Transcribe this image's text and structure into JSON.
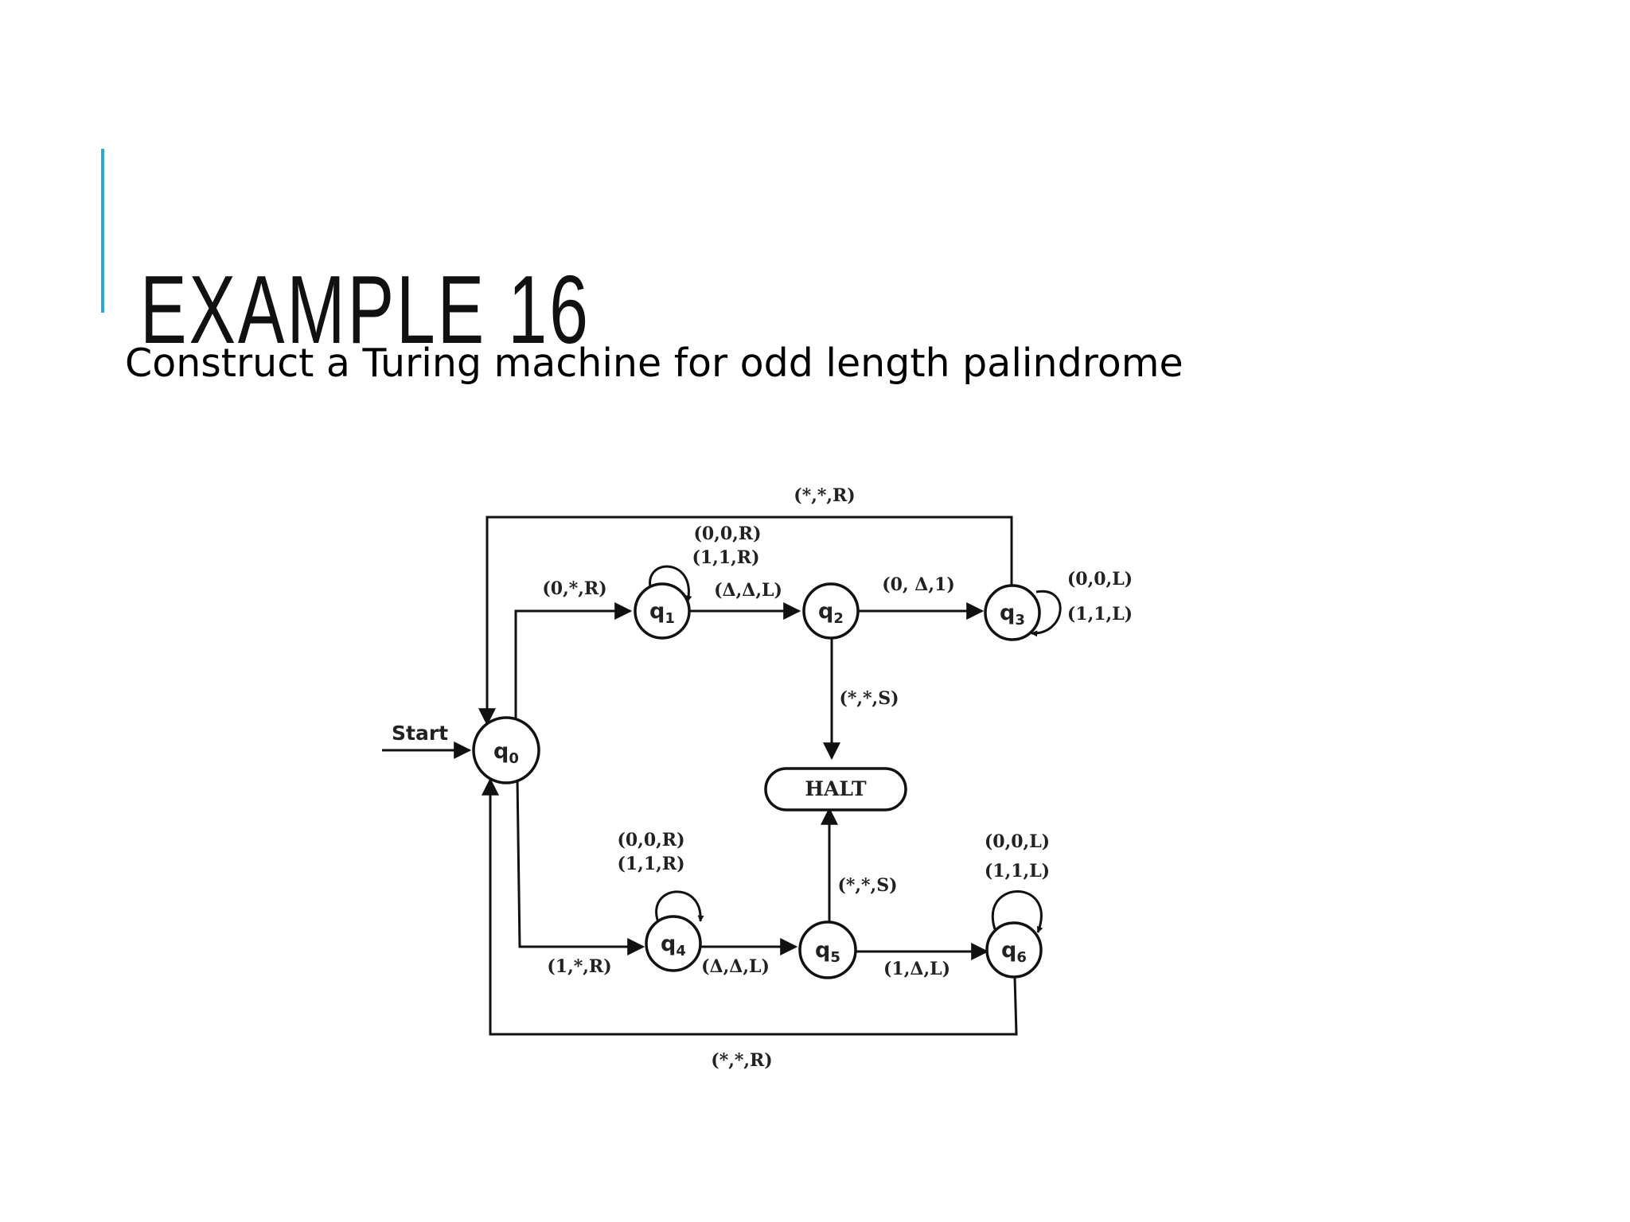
{
  "slide": {
    "title": "EXAMPLE 16",
    "subtitle": "Construct a Turing machine for odd length palindrome",
    "accent_color": "#29a9d6"
  },
  "diagram": {
    "start_label": "Start",
    "halt_label": "HALT",
    "states": [
      {
        "id": "q0",
        "name": "q",
        "sub": "0"
      },
      {
        "id": "q1",
        "name": "q",
        "sub": "1"
      },
      {
        "id": "q2",
        "name": "q",
        "sub": "2"
      },
      {
        "id": "q3",
        "name": "q",
        "sub": "3"
      },
      {
        "id": "q4",
        "name": "q",
        "sub": "4"
      },
      {
        "id": "q5",
        "name": "q",
        "sub": "5"
      },
      {
        "id": "q6",
        "name": "q",
        "sub": "6"
      }
    ],
    "transitions": {
      "q0_q1": "(0,*,R)",
      "q1_loop_a": "(0,0,R)",
      "q1_loop_b": "(1,1,R)",
      "q1_q2": "(Δ,Δ,L)",
      "q2_q3": "(0, Δ,1)",
      "q3_loop_a": "(0,0,L)",
      "q3_loop_b": "(1,1,L)",
      "q3_q0": "(*,*,R)",
      "q2_halt": "(*,*,S)",
      "q0_q4": "(1,*,R)",
      "q4_loop_a": "(0,0,R)",
      "q4_loop_b": "(1,1,R)",
      "q4_q5": "(Δ,Δ,L)",
      "q5_halt": "(*,*,S)",
      "q5_q6": "(1,Δ,L)",
      "q6_loop_a": "(0,0,L)",
      "q6_loop_b": "(1,1,L)",
      "q6_q0": "(*,*,R)"
    }
  }
}
